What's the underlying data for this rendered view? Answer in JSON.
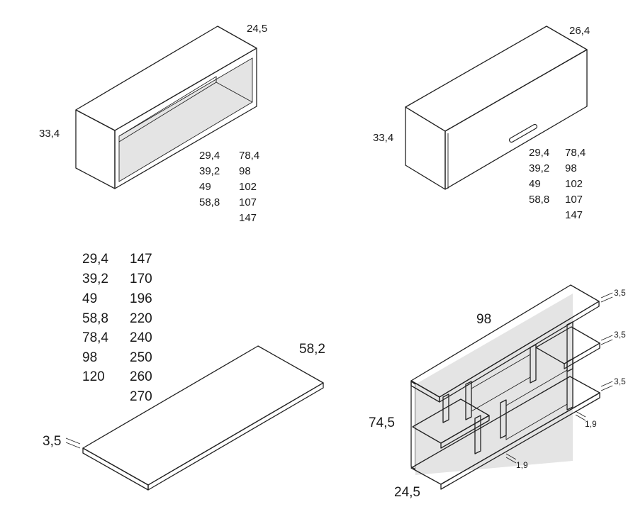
{
  "open_cabinet": {
    "depth": "24,5",
    "height": "33,4",
    "col_a": [
      "29,4",
      "39,2",
      "49",
      "58,8"
    ],
    "col_b": [
      "78,4",
      "98",
      "102",
      "107",
      "147"
    ]
  },
  "door_cabinet": {
    "depth": "26,4",
    "height": "33,4",
    "col_a": [
      "29,4",
      "39,2",
      "49",
      "58,8"
    ],
    "col_b": [
      "78,4",
      "98",
      "102",
      "107",
      "147"
    ]
  },
  "panel": {
    "col_a": [
      "29,4",
      "39,2",
      "49",
      "58,8",
      "78,4",
      "98",
      "120"
    ],
    "col_b": [
      "147",
      "170",
      "196",
      "220",
      "240",
      "250",
      "260",
      "270"
    ],
    "depth": "58,2",
    "thickness": "3,5"
  },
  "bookcase": {
    "width": "98",
    "height": "74,5",
    "depth": "24,5",
    "shelf_thickness": [
      "3,5",
      "3,5",
      "3,5"
    ],
    "side_thickness": [
      "1,9",
      "1,9"
    ]
  }
}
